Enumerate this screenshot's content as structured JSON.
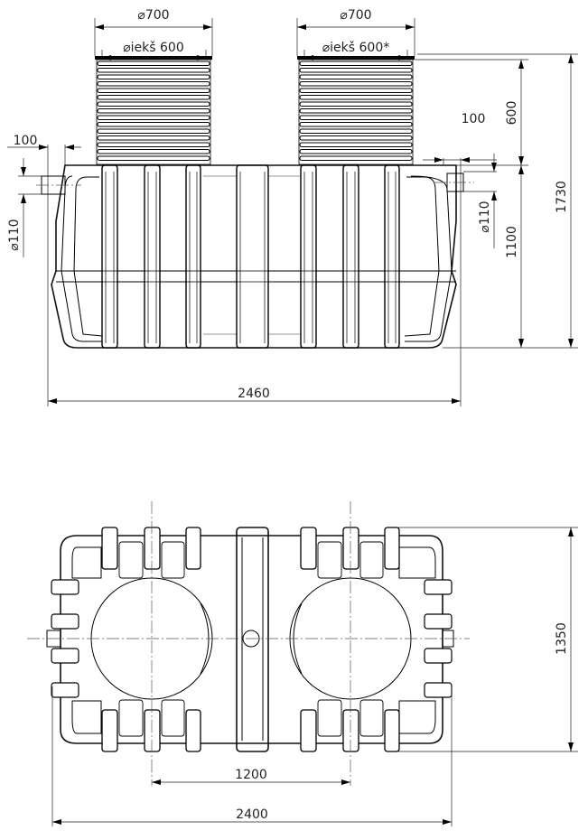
{
  "side_view": {
    "riser_left_outer": "⌀700",
    "riser_left_inner": "⌀iekš 600",
    "riser_right_outer": "⌀700",
    "riser_right_inner": "⌀iekš 600*",
    "pipe_left_offset": "100",
    "pipe_left_diameter": "⌀110",
    "pipe_right_offset": "100",
    "pipe_right_diameter": "⌀110",
    "riser_height": "600",
    "tank_height": "1100",
    "total_height": "1730",
    "total_length": "2460"
  },
  "top_view": {
    "width": "1350",
    "riser_spacing": "1200",
    "length": "2400"
  }
}
